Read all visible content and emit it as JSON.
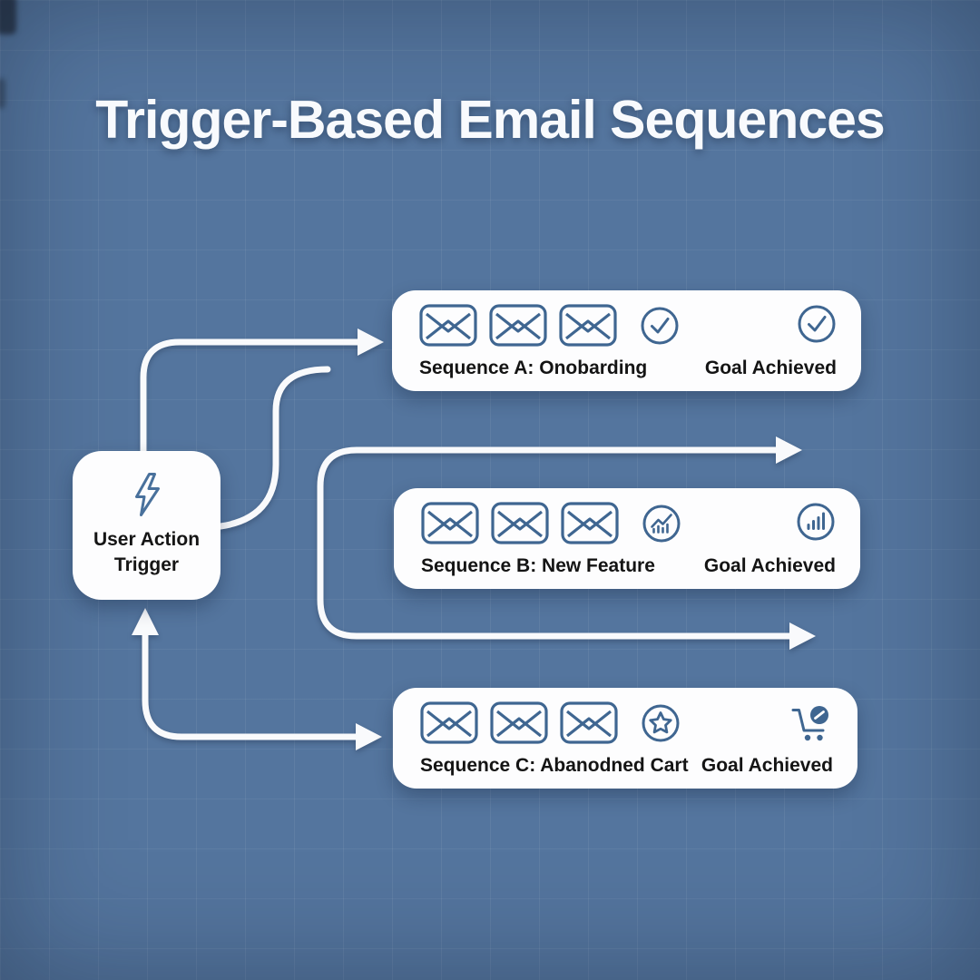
{
  "title": "Trigger-Based Email Sequences",
  "trigger": {
    "icon": "lightning-icon",
    "label_line1": "User Action",
    "label_line2": "Trigger"
  },
  "sequences": [
    {
      "name": "Sequence A: Onobarding",
      "email_count": 3,
      "step_icon": "check-circle-icon",
      "goal_icon": "check-circle-icon",
      "goal_label": "Goal Achieved"
    },
    {
      "name": "Sequence B: New Feature",
      "email_count": 3,
      "step_icon": "trend-chart-circle-icon",
      "goal_icon": "bar-chart-circle-icon",
      "goal_label": "Goal Achieved"
    },
    {
      "name": "Sequence C: Abanodned Cart",
      "email_count": 3,
      "step_icon": "star-circle-icon",
      "goal_icon": "cart-check-icon",
      "goal_label": "Goal Achieved"
    }
  ],
  "colors": {
    "background": "#54759e",
    "card": "#fdfdfe",
    "icon_stroke": "#3f6691",
    "arrow": "#f9fafc",
    "title_text": "#f8fafd",
    "label_text": "#141414"
  }
}
